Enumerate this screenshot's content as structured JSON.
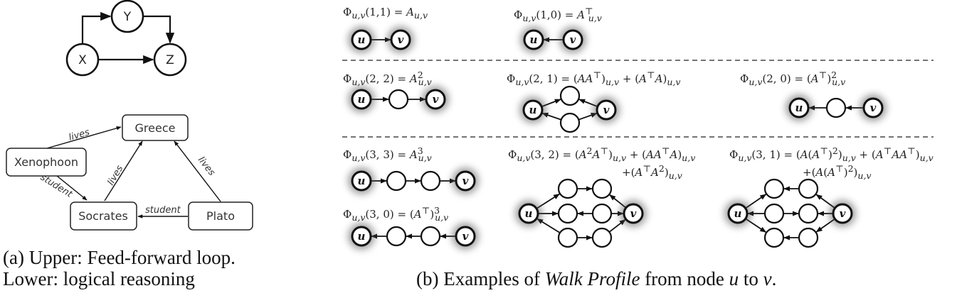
{
  "panel_a": {
    "ffl": {
      "nodes": [
        {
          "id": "X",
          "label": "X"
        },
        {
          "id": "Y",
          "label": "Y"
        },
        {
          "id": "Z",
          "label": "Z"
        }
      ],
      "edges": [
        {
          "from": "X",
          "to": "Y"
        },
        {
          "from": "Y",
          "to": "Z"
        },
        {
          "from": "X",
          "to": "Z"
        }
      ]
    },
    "kg": {
      "nodes": [
        {
          "id": "greece",
          "label": "Greece"
        },
        {
          "id": "xenophoon",
          "label": "Xenophoon"
        },
        {
          "id": "socrates",
          "label": "Socrates"
        },
        {
          "id": "plato",
          "label": "Plato"
        }
      ],
      "edges": [
        {
          "from": "xenophoon",
          "to": "greece",
          "label": "lives"
        },
        {
          "from": "xenophoon",
          "to": "socrates",
          "label": "student"
        },
        {
          "from": "socrates",
          "to": "greece",
          "label": "lives"
        },
        {
          "from": "plato",
          "to": "greece",
          "label": "lives"
        },
        {
          "from": "plato",
          "to": "socrates",
          "label": "student"
        }
      ]
    },
    "caption_line1": "(a) Upper: Feed-forward loop.",
    "caption_line2": "Lower: logical reasoning"
  },
  "panel_b": {
    "node_labels": {
      "u": "u",
      "v": "v"
    },
    "examples": [
      {
        "id": "11",
        "lhs": "Φ",
        "sub": "u,v",
        "args": "(1,1)",
        "rhs_html": "= <i>A</i><sub><i>u,v</i></sub>"
      },
      {
        "id": "10",
        "lhs": "Φ",
        "sub": "u,v",
        "args": "(1,0)",
        "rhs_html": "= <i>A</i><sup>⊤</sup><sub style=\"margin-left:-7px\"><i>u,v</i></sub>"
      },
      {
        "id": "22",
        "lhs": "Φ",
        "sub": "u,v",
        "args": "(2, 2)",
        "rhs_html": "= <i>A</i><sup>2</sup><sub style=\"margin-left:-7px\"><i>u,v</i></sub>"
      },
      {
        "id": "21",
        "lhs": "Φ",
        "sub": "u,v",
        "args": "(2, 1)",
        "rhs_html": "= (<i>AA</i><sup>⊤</sup>)<sub><i>u,v</i></sub> + (<i>A</i><sup>⊤</sup><i>A</i>)<sub><i>u,v</i></sub>"
      },
      {
        "id": "20",
        "lhs": "Φ",
        "sub": "u,v",
        "args": "(2, 0)",
        "rhs_html": "= (<i>A</i><sup>⊤</sup>)<sup>2</sup><sub style=\"margin-left:-7px\"><i>u,v</i></sub>"
      },
      {
        "id": "33",
        "lhs": "Φ",
        "sub": "u,v",
        "args": "(3, 3)",
        "rhs_html": "= <i>A</i><sup>3</sup><sub style=\"margin-left:-7px\"><i>u,v</i></sub>"
      },
      {
        "id": "32",
        "lhs": "Φ",
        "sub": "u,v",
        "args": "(3, 2)",
        "rhs_html": "= (<i>A</i><sup>2</sup><i>A</i><sup>⊤</sup>)<sub><i>u,v</i></sub> + (<i>AA</i><sup>⊤</sup><i>A</i>)<sub><i>u,v</i></sub>",
        "rhs2_html": "+(<i>A</i><sup>⊤</sup><i>A</i><sup>2</sup>)<sub><i>u,v</i></sub>"
      },
      {
        "id": "31",
        "lhs": "Φ",
        "sub": "u,v",
        "args": "(3, 1)",
        "rhs_html": "= (<i>A</i>(<i>A</i><sup>⊤</sup>)<sup>2</sup>)<sub><i>u,v</i></sub> + (<i>A</i><sup>⊤</sup><i>AA</i><sup>⊤</sup>)<sub><i>u,v</i></sub>",
        "rhs2_html": "+(<i>A</i>(<i>A</i><sup>⊤</sup>)<sup>2</sup>)<sub><i>u,v</i></sub>"
      },
      {
        "id": "30",
        "lhs": "Φ",
        "sub": "u,v",
        "args": "(3, 0)",
        "rhs_html": "= (<i>A</i><sup>⊤</sup>)<sup>3</sup><sub style=\"margin-left:-7px\"><i>u,v</i></sub>"
      }
    ],
    "caption_prefix": "(b) Examples of ",
    "caption_italic": "Walk Profile",
    "caption_mid": " from node ",
    "caption_u": "u",
    "caption_to": " to ",
    "caption_v": "v",
    "caption_end": "."
  }
}
